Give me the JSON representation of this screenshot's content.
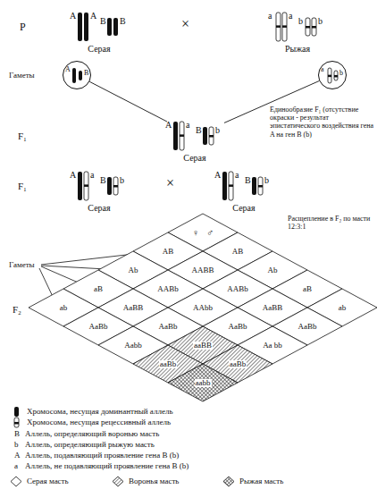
{
  "diagram": {
    "nodes": [
      {
        "text": [
          "A",
          "A",
          "B",
          "B",
          "Серая"
        ]
      },
      {
        "text": [
          "a",
          "a",
          "b",
          "b",
          "Рыжая"
        ]
      },
      {
        "text": [
          "A",
          "B"
        ]
      },
      {
        "text": [
          "a",
          "b"
        ]
      },
      {
        "text": [
          "A",
          "a",
          "B",
          "b",
          "Серая"
        ]
      },
      {
        "text": [
          "A",
          "a",
          "B",
          "b",
          "Серая"
        ]
      },
      {
        "text": [
          "A",
          "a",
          "B",
          "b",
          "Серая"
        ]
      },
      {
        "text": [
          "♀",
          "♂"
        ]
      },
      {
        "text": [
          "AB"
        ]
      },
      {
        "text": [
          "AB"
        ]
      },
      {
        "text": [
          "Ab"
        ]
      },
      {
        "text": [
          "AABB"
        ]
      },
      {
        "text": [
          "Ab"
        ]
      },
      {
        "text": [
          "aB"
        ]
      },
      {
        "text": [
          "AABb"
        ]
      },
      {
        "text": [
          "AABb"
        ]
      },
      {
        "text": [
          "aB"
        ]
      },
      {
        "text": [
          "ab"
        ]
      },
      {
        "text": [
          "AaBB"
        ]
      },
      {
        "text": [
          "AAbb"
        ]
      },
      {
        "text": [
          "AaBB"
        ]
      },
      {
        "text": [
          "ab"
        ]
      },
      {
        "text": [
          "AaBb"
        ]
      },
      {
        "text": [
          "AaBb"
        ]
      },
      {
        "text": [
          "AaBb"
        ]
      },
      {
        "text": [
          "AaBb"
        ]
      },
      {
        "text": [
          "Aabb"
        ]
      },
      {
        "text": [
          "aaBB"
        ]
      },
      {
        "text": [
          "Aa bb"
        ]
      },
      {
        "text": [
          "aaBb"
        ]
      },
      {
        "text": [
          "aaBb"
        ]
      },
      {
        "text": [
          "aabb"
        ]
      }
    ],
    "edges": [
      {
        "from": 2,
        "to": 4,
        "arrow": "none"
      },
      {
        "from": 3,
        "to": 4,
        "arrow": "none"
      }
    ],
    "labels": [
      "P",
      "×",
      "Гаметы",
      "Единообразие F₁ (отсутствие окраски - результат эпистатического воздействия гена A на ген B (b)",
      "F₁",
      "F₁",
      "×",
      "Гаметы",
      "Расщепление в F₂ по масти 12:3:1",
      "F₂",
      "B",
      "Аллель, определяющий воронью масть",
      "b",
      "Аллель, определяющий рыжую масть",
      "A",
      "Аллель, подавляющий проявление гена B (b)",
      "a",
      "Аллель, не подавляющий проявление гена B (b)"
    ],
    "legend": [
      {
        "text": "Хромосома, несущая доминантный аллель"
      },
      {
        "text": "Хромосома, несущая рецессивный аллель"
      },
      {
        "text": "Серая масть"
      },
      {
        "text": "Воронья масть"
      },
      {
        "text": "Рыжая масть"
      }
    ]
  }
}
